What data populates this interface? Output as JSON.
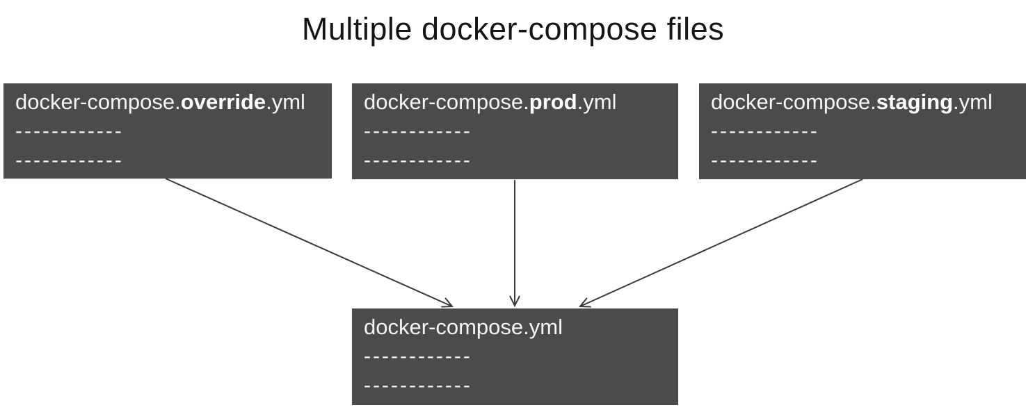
{
  "title": "Multiple docker-compose files",
  "colors": {
    "background": "#ffffff",
    "box_background": "#4b4b4b",
    "box_text": "#f5f5f5",
    "box_text_bold": "#ffffff",
    "arrow": "#3a3a3a",
    "title_text": "#151515"
  },
  "boxes": {
    "override": {
      "prefix": "docker-compose.",
      "bold": "override",
      "suffix": ".yml",
      "dash_line_1": "------------",
      "dash_line_2": "------------"
    },
    "prod": {
      "prefix": "docker-compose.",
      "bold": "prod",
      "suffix": ".yml",
      "dash_line_1": "------------",
      "dash_line_2": "------------"
    },
    "staging": {
      "prefix": "docker-compose.",
      "bold": "staging",
      "suffix": ".yml",
      "dash_line_1": "------------",
      "dash_line_2": "------------"
    },
    "base": {
      "prefix": "docker-compose.yml",
      "bold": "",
      "suffix": "",
      "dash_line_1": "------------",
      "dash_line_2": "------------"
    }
  }
}
